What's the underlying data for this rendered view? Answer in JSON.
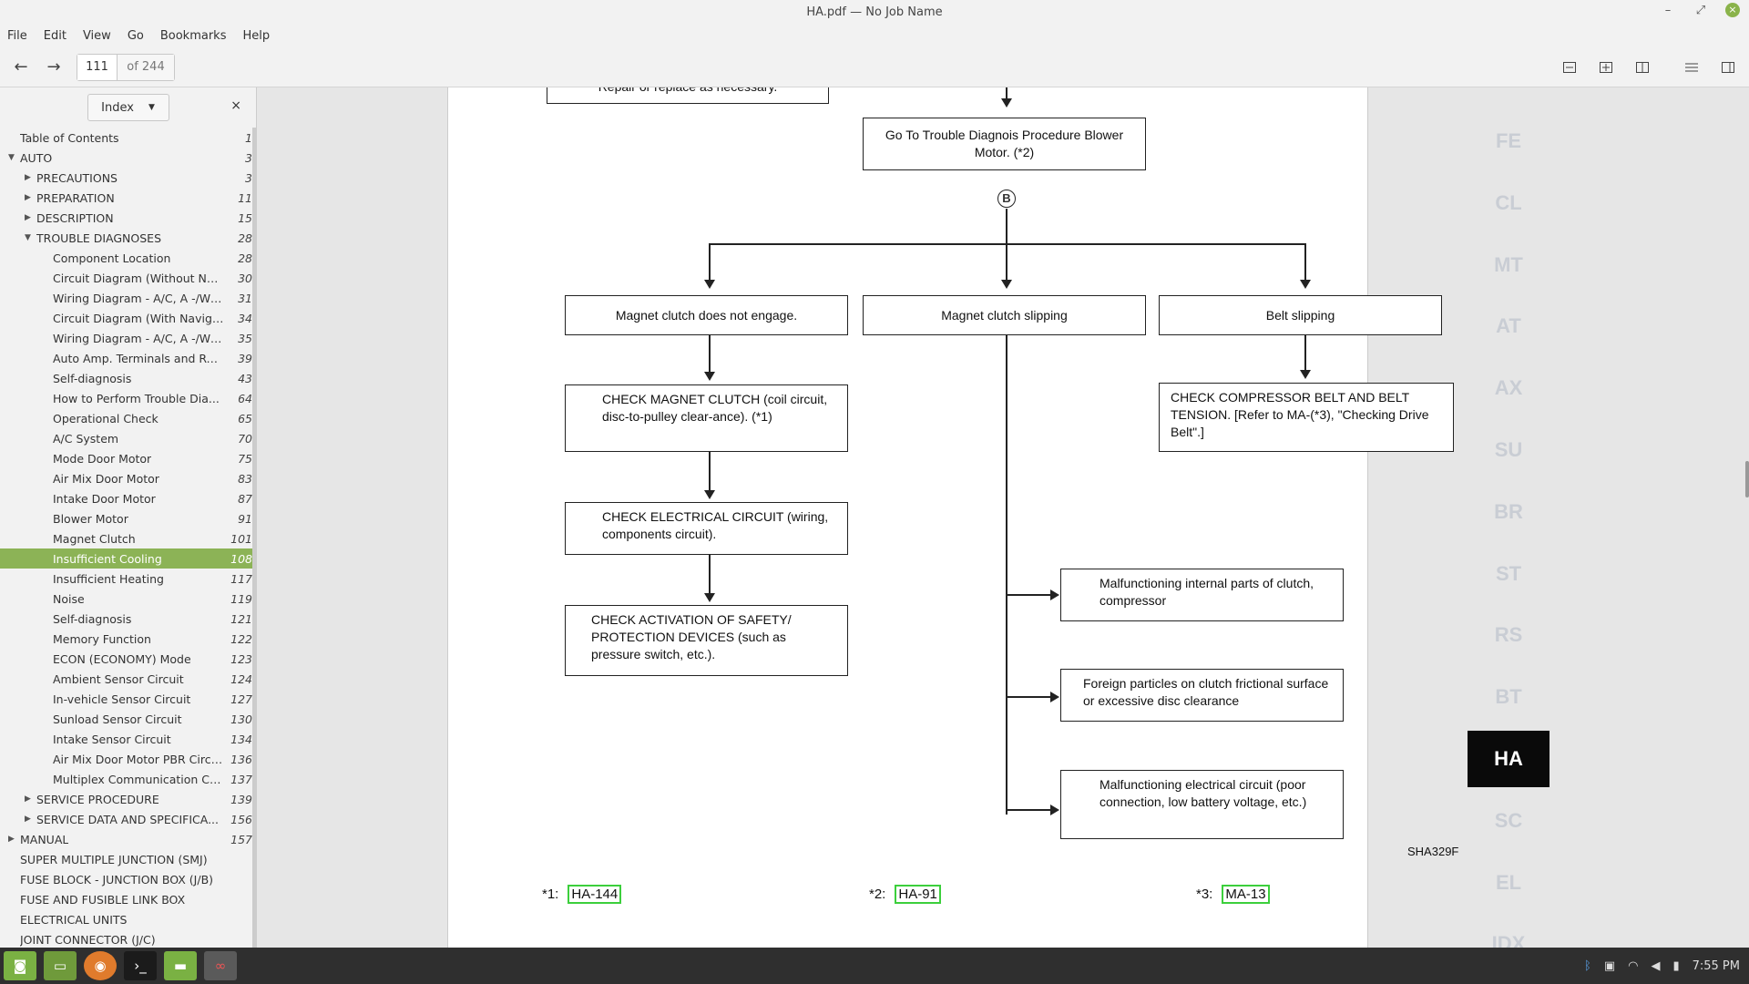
{
  "window": {
    "title": "HA.pdf — No Job Name",
    "minimize": "–",
    "maximize": "⤢",
    "close": "×"
  },
  "menu": [
    "File",
    "Edit",
    "View",
    "Go",
    "Bookmarks",
    "Help"
  ],
  "toolbar": {
    "back": "←",
    "forward": "→",
    "page_current": "111",
    "page_total": "of 244"
  },
  "sidebar": {
    "selector": "Index",
    "close": "×",
    "items": [
      {
        "label": "Table of Contents",
        "page": "1",
        "level": 0,
        "arrow": ""
      },
      {
        "label": "AUTO",
        "page": "3",
        "level": 0,
        "arrow": "▼"
      },
      {
        "label": "PRECAUTIONS",
        "page": "3",
        "level": 1,
        "arrow": "▶"
      },
      {
        "label": "PREPARATION",
        "page": "11",
        "level": 1,
        "arrow": "▶"
      },
      {
        "label": "DESCRIPTION",
        "page": "15",
        "level": 1,
        "arrow": "▶"
      },
      {
        "label": "TROUBLE DIAGNOSES",
        "page": "28",
        "level": 1,
        "arrow": "▼"
      },
      {
        "label": "Component Location",
        "page": "28",
        "level": 2,
        "arrow": ""
      },
      {
        "label": "Circuit Diagram (Without Nav...",
        "page": "30",
        "level": 2,
        "arrow": ""
      },
      {
        "label": "Wiring Diagram - A/C, A -/Wit...",
        "page": "31",
        "level": 2,
        "arrow": ""
      },
      {
        "label": "Circuit Diagram (With Naviga...",
        "page": "34",
        "level": 2,
        "arrow": ""
      },
      {
        "label": "Wiring Diagram - A/C, A -/Wit...",
        "page": "35",
        "level": 2,
        "arrow": ""
      },
      {
        "label": "Auto Amp. Terminals and Ref...",
        "page": "39",
        "level": 2,
        "arrow": ""
      },
      {
        "label": "Self-diagnosis",
        "page": "43",
        "level": 2,
        "arrow": ""
      },
      {
        "label": "How to Perform Trouble Dia...",
        "page": "64",
        "level": 2,
        "arrow": ""
      },
      {
        "label": "Operational Check",
        "page": "65",
        "level": 2,
        "arrow": ""
      },
      {
        "label": "A/C System",
        "page": "70",
        "level": 2,
        "arrow": ""
      },
      {
        "label": "Mode Door Motor",
        "page": "75",
        "level": 2,
        "arrow": ""
      },
      {
        "label": "Air Mix Door Motor",
        "page": "83",
        "level": 2,
        "arrow": ""
      },
      {
        "label": "Intake Door Motor",
        "page": "87",
        "level": 2,
        "arrow": ""
      },
      {
        "label": "Blower Motor",
        "page": "91",
        "level": 2,
        "arrow": ""
      },
      {
        "label": "Magnet Clutch",
        "page": "101",
        "level": 2,
        "arrow": ""
      },
      {
        "label": "Insufficient Cooling",
        "page": "108",
        "level": 2,
        "arrow": "",
        "selected": true
      },
      {
        "label": "Insufficient Heating",
        "page": "117",
        "level": 2,
        "arrow": ""
      },
      {
        "label": "Noise",
        "page": "119",
        "level": 2,
        "arrow": ""
      },
      {
        "label": "Self-diagnosis",
        "page": "121",
        "level": 2,
        "arrow": ""
      },
      {
        "label": "Memory Function",
        "page": "122",
        "level": 2,
        "arrow": ""
      },
      {
        "label": "ECON (ECONOMY) Mode",
        "page": "123",
        "level": 2,
        "arrow": ""
      },
      {
        "label": "Ambient Sensor Circuit",
        "page": "124",
        "level": 2,
        "arrow": ""
      },
      {
        "label": "In-vehicle Sensor Circuit",
        "page": "127",
        "level": 2,
        "arrow": ""
      },
      {
        "label": "Sunload Sensor Circuit",
        "page": "130",
        "level": 2,
        "arrow": ""
      },
      {
        "label": "Intake Sensor Circuit",
        "page": "134",
        "level": 2,
        "arrow": ""
      },
      {
        "label": "Air Mix Door Motor PBR Circuit",
        "page": "136",
        "level": 2,
        "arrow": ""
      },
      {
        "label": "Multiplex Communication Cir...",
        "page": "137",
        "level": 2,
        "arrow": ""
      },
      {
        "label": "SERVICE PROCEDURE",
        "page": "139",
        "level": 1,
        "arrow": "▶"
      },
      {
        "label": "SERVICE DATA AND SPECIFICA...",
        "page": "156",
        "level": 1,
        "arrow": "▶"
      },
      {
        "label": "MANUAL",
        "page": "157",
        "level": 0,
        "arrow": "▶"
      },
      {
        "label": "SUPER MULTIPLE JUNCTION (SMJ)",
        "page": "",
        "level": 0,
        "arrow": ""
      },
      {
        "label": "FUSE BLOCK - JUNCTION BOX (J/B)",
        "page": "",
        "level": 0,
        "arrow": ""
      },
      {
        "label": "FUSE AND FUSIBLE LINK BOX",
        "page": "",
        "level": 0,
        "arrow": ""
      },
      {
        "label": "ELECTRICAL UNITS",
        "page": "",
        "level": 0,
        "arrow": ""
      },
      {
        "label": "JOINT CONNECTOR (J/C)",
        "page": "",
        "level": 0,
        "arrow": ""
      }
    ]
  },
  "doc": {
    "top_partial": "Repair or replace as necessary.",
    "go_to": "Go To Trouble Diagnois Procedure Blower Motor. (*2)",
    "connector": "B",
    "col1_head": "Magnet clutch does not engage.",
    "col2_head": "Magnet clutch slipping",
    "col3_head": "Belt slipping",
    "check_magnet": "CHECK MAGNET CLUTCH (coil circuit, disc-to-pulley clear-ance). (*1)",
    "check_elec": "CHECK ELECTRICAL CIRCUIT (wiring, components circuit).",
    "check_safety": "CHECK ACTIVATION OF SAFETY/ PROTECTION DEVICES (such as pressure switch, etc.).",
    "check_belt": "CHECK COMPRESSOR BELT AND BELT TENSION. [Refer to MA-(*3), \"Checking Drive Belt\".]",
    "cause1": "Malfunctioning internal parts of clutch, compressor",
    "cause2": "Foreign particles on clutch frictional surface or excessive disc clearance",
    "cause3": "Malfunctioning electrical circuit (poor connection, low battery voltage, etc.)",
    "fig_id": "SHA329F",
    "refs": [
      {
        "mark": "*1:",
        "link": "HA-144"
      },
      {
        "mark": "*2:",
        "link": "HA-91"
      },
      {
        "mark": "*3:",
        "link": "MA-13"
      }
    ],
    "tabs": [
      "FE",
      "CL",
      "MT",
      "AT",
      "AX",
      "SU",
      "BR",
      "ST",
      "RS",
      "BT",
      "HA",
      "SC",
      "EL",
      "IDX"
    ],
    "active_tab": "HA"
  },
  "taskbar": {
    "clock": "7:55 PM"
  }
}
